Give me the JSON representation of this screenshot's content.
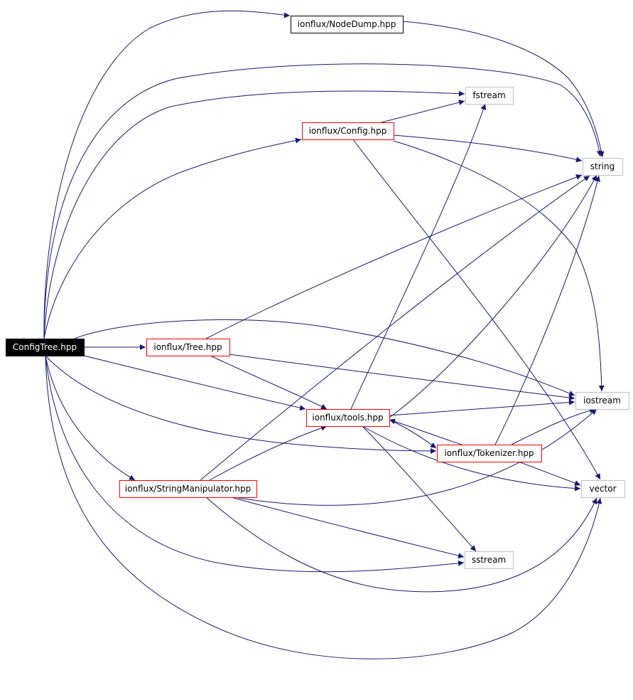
{
  "diagram": {
    "root": "ConfigTree.hpp",
    "nodes": [
      {
        "id": "configtree",
        "label": "ConfigTree.hpp",
        "style": "root"
      },
      {
        "id": "nodedump",
        "label": "ionflux/NodeDump.hpp",
        "style": "black"
      },
      {
        "id": "fstream",
        "label": "fstream",
        "style": "gray"
      },
      {
        "id": "config",
        "label": "ionflux/Config.hpp",
        "style": "red"
      },
      {
        "id": "string",
        "label": "string",
        "style": "gray"
      },
      {
        "id": "tree",
        "label": "ionflux/Tree.hpp",
        "style": "red"
      },
      {
        "id": "iostream",
        "label": "iostream",
        "style": "gray"
      },
      {
        "id": "tools",
        "label": "ionflux/tools.hpp",
        "style": "red"
      },
      {
        "id": "tokenizer",
        "label": "ionflux/Tokenizer.hpp",
        "style": "red"
      },
      {
        "id": "vector",
        "label": "vector",
        "style": "gray"
      },
      {
        "id": "strmanip",
        "label": "ionflux/StringManipulator.hpp",
        "style": "red"
      },
      {
        "id": "sstream",
        "label": "sstream",
        "style": "gray"
      }
    ],
    "edges": [
      {
        "from": "configtree",
        "to": "nodedump"
      },
      {
        "from": "configtree",
        "to": "string"
      },
      {
        "from": "configtree",
        "to": "fstream"
      },
      {
        "from": "configtree",
        "to": "config"
      },
      {
        "from": "configtree",
        "to": "tree"
      },
      {
        "from": "configtree",
        "to": "iostream"
      },
      {
        "from": "configtree",
        "to": "tools"
      },
      {
        "from": "configtree",
        "to": "tokenizer"
      },
      {
        "from": "configtree",
        "to": "strmanip"
      },
      {
        "from": "configtree",
        "to": "sstream"
      },
      {
        "from": "configtree",
        "to": "vector"
      },
      {
        "from": "nodedump",
        "to": "string"
      },
      {
        "from": "config",
        "to": "fstream"
      },
      {
        "from": "config",
        "to": "string"
      },
      {
        "from": "config",
        "to": "iostream"
      },
      {
        "from": "config",
        "to": "vector"
      },
      {
        "from": "tree",
        "to": "string"
      },
      {
        "from": "tree",
        "to": "iostream"
      },
      {
        "from": "tree",
        "to": "tools"
      },
      {
        "from": "tools",
        "to": "fstream"
      },
      {
        "from": "tools",
        "to": "string"
      },
      {
        "from": "tools",
        "to": "iostream"
      },
      {
        "from": "tools",
        "to": "tokenizer"
      },
      {
        "from": "tools",
        "to": "vector"
      },
      {
        "from": "tools",
        "to": "sstream"
      },
      {
        "from": "tokenizer",
        "to": "tools"
      },
      {
        "from": "tokenizer",
        "to": "string"
      },
      {
        "from": "tokenizer",
        "to": "iostream"
      },
      {
        "from": "tokenizer",
        "to": "vector"
      },
      {
        "from": "strmanip",
        "to": "string"
      },
      {
        "from": "strmanip",
        "to": "tools"
      },
      {
        "from": "strmanip",
        "to": "iostream"
      },
      {
        "from": "strmanip",
        "to": "sstream"
      },
      {
        "from": "strmanip",
        "to": "vector"
      }
    ]
  },
  "colors": {
    "edge": "#191970",
    "root_fill": "#000000",
    "root_text": "#ffffff",
    "black_border": "#000000",
    "red_border": "#ff0000",
    "gray_border": "#bfbfbf",
    "text": "#000000"
  }
}
